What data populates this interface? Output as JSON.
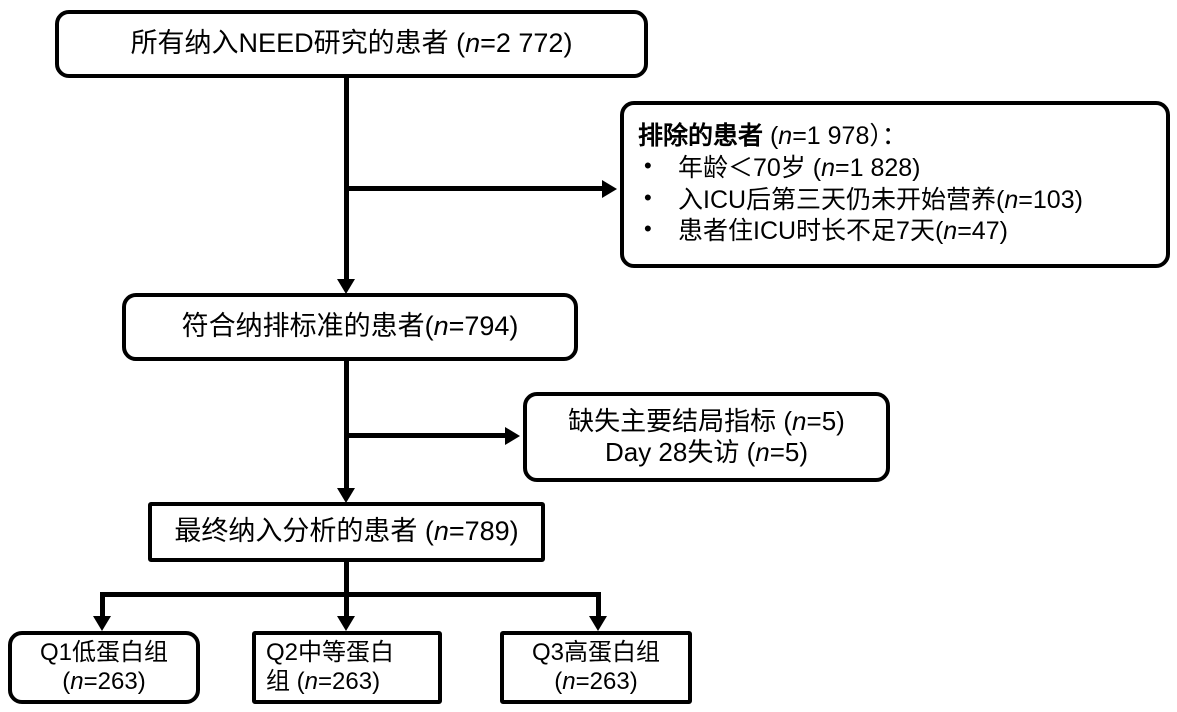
{
  "diagram": {
    "title": "NEED study patient flow diagram",
    "colors": {
      "stroke": "#000000",
      "background": "#ffffff",
      "text": "#000000"
    },
    "nodes": {
      "enrolled": {
        "text": "所有纳入NEED研究的患者 (n=2 772)",
        "text_plain": "所有纳入NEED研究的患者 (",
        "n_label": "n",
        "n_value": "=2 772)"
      },
      "excluded": {
        "heading_plain": "排除的患者",
        "heading_n": "n",
        "heading_value": "=1 978）：",
        "items": [
          {
            "text": "年龄＜70岁 (",
            "n": "n",
            "value": "=1 828)"
          },
          {
            "text": "入ICU后第三天仍未开始营养(",
            "n": "n",
            "value": "=103)"
          },
          {
            "text": "患者住ICU时长不足7天(",
            "n": "n",
            "value": "=47)"
          }
        ]
      },
      "eligible": {
        "text_plain": "符合纳排标准的患者(",
        "n_label": "n",
        "n_value": "=794)"
      },
      "missing": {
        "line1_plain": "缺失主要结局指标 (",
        "line1_n": "n",
        "line1_value": "=5)",
        "line2_plain": "Day 28失访 (",
        "line2_n": "n",
        "line2_value": "=5)"
      },
      "analysed": {
        "text_plain": "最终纳入分析的患者 (",
        "n_label": "n",
        "n_value": "=789)"
      },
      "q1": {
        "line1": "Q1低蛋白组",
        "line2_plain": "(",
        "line2_n": "n",
        "line2_value": "=263)"
      },
      "q2": {
        "line1": "Q2中等蛋白",
        "line2_plain": "组 (",
        "line2_n": "n",
        "line2_value": "=263)"
      },
      "q3": {
        "line1": "Q3高蛋白组",
        "line2_plain": "(",
        "line2_n": "n",
        "line2_value": "=263)"
      }
    }
  }
}
